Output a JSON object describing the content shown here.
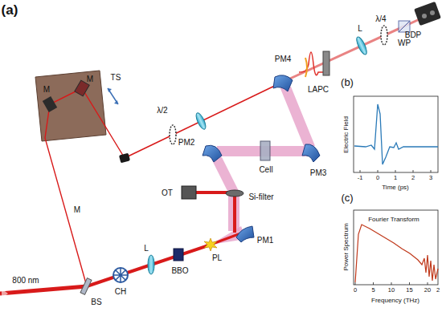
{
  "diagram": {
    "labels": [
      "(a)",
      "PM4",
      "L",
      "λ/4",
      "BDP",
      "TS",
      "λ/2",
      "M",
      "M",
      "LAPC",
      "WP",
      "PM2",
      "Cell",
      "PM3",
      "(b)",
      "Electric Field",
      "Time (ps)",
      "-1",
      "0",
      "1",
      "2",
      "3",
      "Si-filter",
      "OT",
      "PM1",
      "PL",
      "M",
      "L",
      "BBO",
      "CH",
      "BS",
      "800 nm",
      "(c)",
      "Fourier Transform",
      "Power Spectrum",
      "Frequency (THz)",
      "0",
      "5",
      "10",
      "15",
      "20",
      "2"
    ]
  }
}
